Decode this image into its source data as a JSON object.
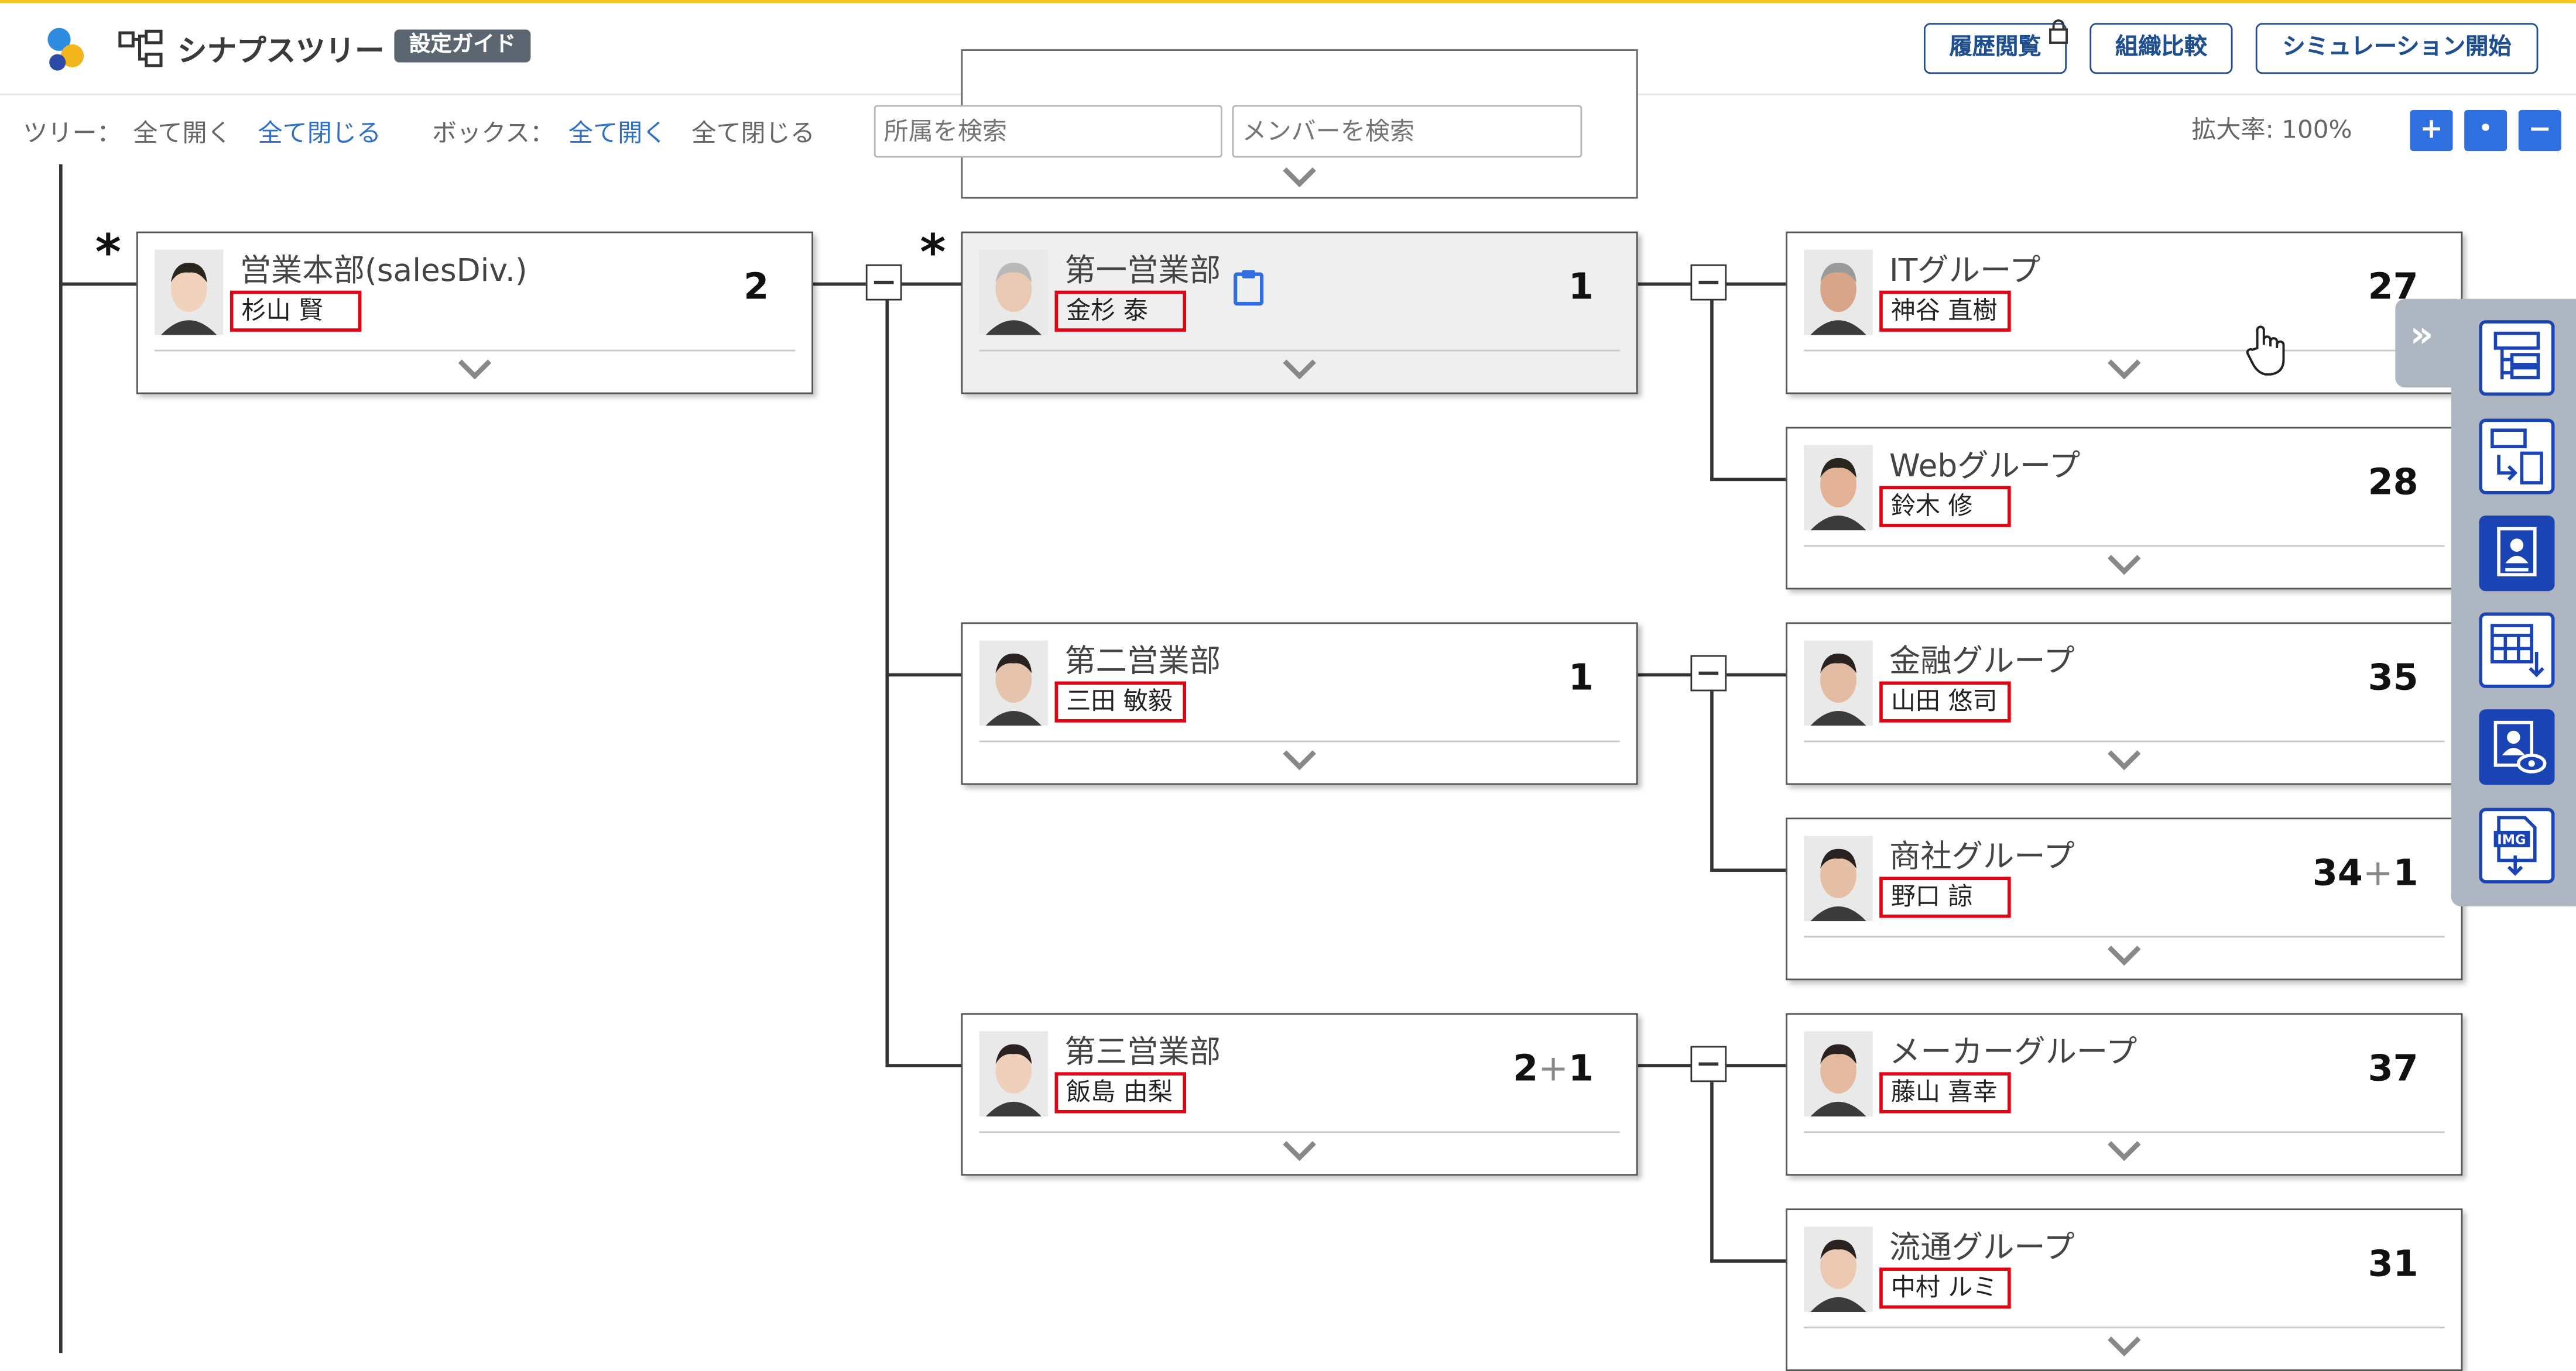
{
  "header": {
    "app_title": "シナプスツリー",
    "guide_badge": "設定ガイド",
    "history_button": "履歴閲覧",
    "compare_button": "組織比較",
    "simulation_button": "シミュレーション開始"
  },
  "toolbar": {
    "tree_label": "ツリー：",
    "tree_open_all": "全て開く",
    "tree_close_all": "全て閉じる",
    "box_label": "ボックス：",
    "box_open_all": "全て開く",
    "box_close_all": "全て閉じる",
    "dept_search_placeholder": "所属を検索",
    "member_search_placeholder": "メンバーを検索",
    "zoom_label": "拡大率: 100%",
    "zoom_in": "+",
    "zoom_reset": "・",
    "zoom_out": "−"
  },
  "boxes": [
    {
      "dept": "営業本部(salesDiv.)",
      "name": "杉山 賢",
      "count": "2"
    },
    {
      "dept": "第一営業部",
      "name": "金杉 泰",
      "count": "1"
    },
    {
      "dept": "第二営業部",
      "name": "三田 敏毅",
      "count": "1"
    },
    {
      "dept": "第三営業部",
      "name": "飯島 由梨",
      "count": "2",
      "extra": "1"
    },
    {
      "dept": "ITグループ",
      "name": "神谷 直樹",
      "count": "27"
    },
    {
      "dept": "Webグループ",
      "name": "鈴木 修",
      "count": "28"
    },
    {
      "dept": "金融グループ",
      "name": "山田 悠司",
      "count": "35"
    },
    {
      "dept": "商社グループ",
      "name": "野口 諒",
      "count": "34",
      "extra": "1"
    },
    {
      "dept": "メーカーグループ",
      "name": "藤山 喜幸",
      "count": "37"
    },
    {
      "dept": "流通グループ",
      "name": "中村 ルミ",
      "count": "31"
    }
  ],
  "stars": [
    "*",
    "*"
  ],
  "panel": {
    "collapse_glyph": "»",
    "img_label": "IMG"
  },
  "colors": {
    "accent": "#1f4f8f",
    "tool_blue": "#1a43b4",
    "highlight_red": "#e50012",
    "top_line": "#f3c623"
  }
}
